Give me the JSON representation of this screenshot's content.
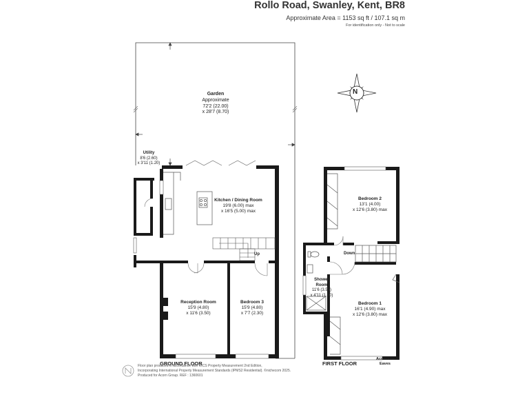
{
  "header": {
    "title": "Rollo Road, Swanley, Kent, BR8",
    "area": "Approximate Area = 1153 sq ft / 107.1 sq m",
    "note": "For identification only - Not to scale"
  },
  "compass": {
    "letter": "N"
  },
  "rooms": {
    "garden": {
      "name": "Garden",
      "line2": "Approximate",
      "line3": "72'2 (22.00)",
      "line4": "x 28'7 (8.70)"
    },
    "utility": {
      "name": "Utility",
      "line2": "8'6 (2.60)",
      "line3": "x 3'11 (1.20)"
    },
    "kitchen": {
      "name": "Kitchen / Dining Room",
      "line2": "19'8 (6.00) max",
      "line3": "x 16'5 (5.00) max"
    },
    "reception": {
      "name": "Reception Room",
      "line2": "15'9 (4.80)",
      "line3": "x 11'6 (3.50)"
    },
    "bedroom3": {
      "name": "Bedroom 3",
      "line2": "15'9 (4.80)",
      "line3": "x 7'7 (2.30)"
    },
    "bedroom2": {
      "name": "Bedroom 2",
      "line2": "13'1 (4.00)",
      "line3": "x 12'6 (3.80) max"
    },
    "shower": {
      "name": "Shower",
      "name2": "Room",
      "line2": "11'6 (3.50)",
      "line3": "x 4'11 (1.50)"
    },
    "bedroom1": {
      "name": "Bedroom 1",
      "line2": "16'1 (4.90) max",
      "line3": "x 12'6 (3.80) max"
    }
  },
  "stairs": {
    "up": "Up",
    "down": "Down"
  },
  "access": {
    "line1": "Access to",
    "line2": "Eaves"
  },
  "floors": {
    "ground": "GROUND FLOOR",
    "first": "FIRST FLOOR"
  },
  "footer": {
    "line1": "Floor plan produced in accordance with RICS Property Measurement 2nd Edition,",
    "line2": "Incorporating International Property Measurement Standards (IPMS2 Residential). ©nichecom 2025.",
    "line3": "Produced for Acorn Group.   REF : 1360601"
  },
  "colors": {
    "wall": "#1a1a1a",
    "line": "#333333",
    "light": "#888888"
  }
}
